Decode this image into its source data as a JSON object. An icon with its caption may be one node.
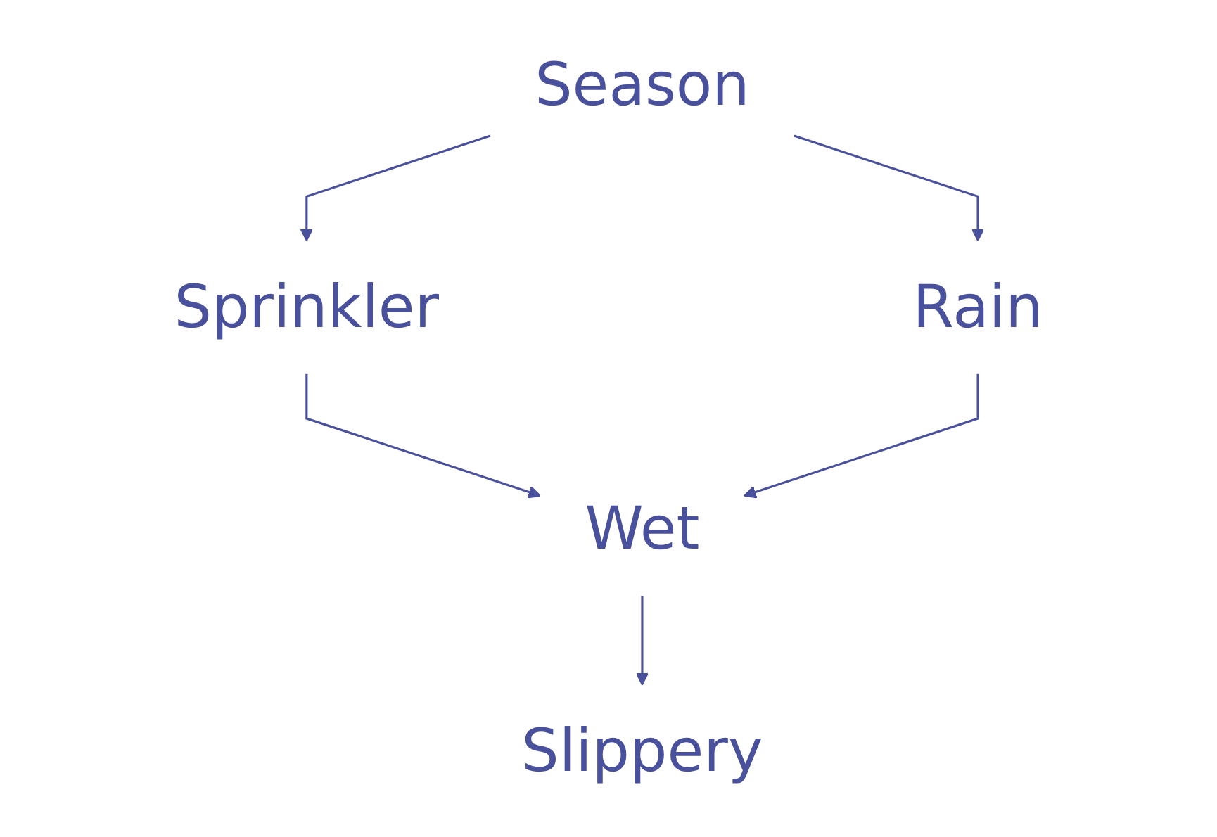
{
  "diagram": {
    "nodes": [
      {
        "text": [
          "Season"
        ]
      },
      {
        "text": [
          "Sprinkler"
        ]
      },
      {
        "text": [
          "Rain"
        ]
      },
      {
        "text": [
          "Wet"
        ]
      },
      {
        "text": [
          "Slippery"
        ]
      }
    ],
    "edges": [
      {
        "from": 0,
        "to": 1,
        "arrow": "to"
      },
      {
        "from": 0,
        "to": 2,
        "arrow": "to"
      },
      {
        "from": 1,
        "to": 3,
        "arrow": "to"
      },
      {
        "from": 2,
        "to": 3,
        "arrow": "to"
      },
      {
        "from": 3,
        "to": 4,
        "arrow": "to"
      }
    ]
  }
}
